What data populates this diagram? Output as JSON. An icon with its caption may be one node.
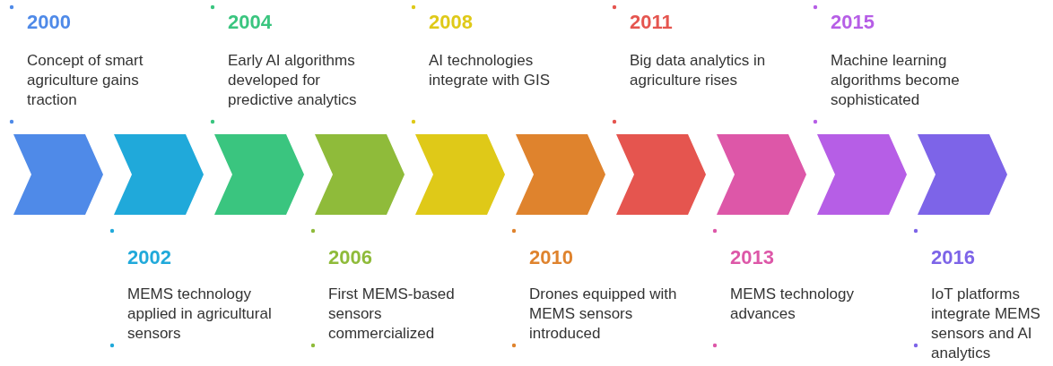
{
  "diagram": {
    "nodes": [
      {
        "text": [
          "2000",
          "Concept of smart agriculture gains traction"
        ]
      },
      {
        "text": [
          "2002",
          "MEMS technology applied in agricultural sensors"
        ]
      },
      {
        "text": [
          "2004",
          "Early AI algorithms developed for predictive analytics"
        ]
      },
      {
        "text": [
          "2006",
          "First MEMS-based sensors commercialized"
        ]
      },
      {
        "text": [
          "2008",
          "AI technologies integrate with GIS"
        ]
      },
      {
        "text": [
          "2010",
          "Drones equipped with MEMS sensors introduced"
        ]
      },
      {
        "text": [
          "2011",
          "Big data analytics in agriculture rises"
        ]
      },
      {
        "text": [
          "2013",
          "MEMS technology advances"
        ]
      },
      {
        "text": [
          "2015",
          "Machine learning algorithms become sophisticated"
        ]
      },
      {
        "text": [
          "2016",
          "IoT platforms integrate MEMS sensors and AI analytics"
        ]
      }
    ]
  }
}
